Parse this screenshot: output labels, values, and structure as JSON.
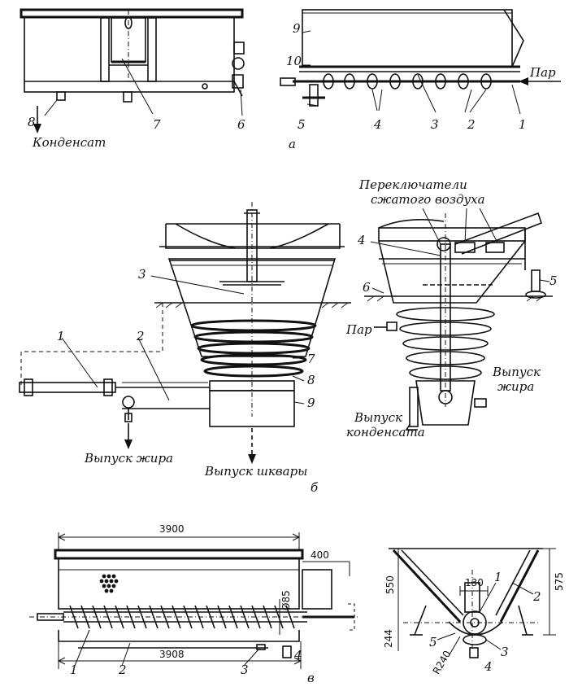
{
  "panel_a": {
    "caption": "а",
    "left_view": {
      "callouts": [
        "8",
        "7",
        "6"
      ],
      "outlet_label": "Конденсат"
    },
    "right_view": {
      "callouts": [
        "9",
        "10",
        "5",
        "4",
        "3",
        "2",
        "1"
      ],
      "inlet_label": "Пар"
    }
  },
  "panel_b": {
    "caption": "б",
    "left_view": {
      "callouts": [
        "3",
        "1",
        "2",
        "7",
        "8",
        "9"
      ],
      "fat_outlet": "Выпуск жира",
      "cracklings_outlet": "Выпуск шквары"
    },
    "right_view": {
      "callouts": [
        "4",
        "5",
        "6"
      ],
      "switches_line1": "Переключатели",
      "switches_line2": "сжатого воздуха",
      "steam": "Пар",
      "fat_line1": "Выпуск",
      "fat_line2": "жира",
      "cond_line1": "Выпуск",
      "cond_line2": "конденсата"
    }
  },
  "panel_c": {
    "caption": "в",
    "dimensions": {
      "length_top": "3900",
      "length_bottom": "3908",
      "height_extension": "400",
      "screw_dia": "Ø85",
      "width_top": "130",
      "height_left": "550",
      "height_right": "575",
      "height_lower": "244",
      "radius": "R240"
    },
    "left_callouts": [
      "1",
      "2",
      "3",
      "4"
    ],
    "right_callouts": [
      "1",
      "2",
      "3",
      "4",
      "5"
    ]
  }
}
